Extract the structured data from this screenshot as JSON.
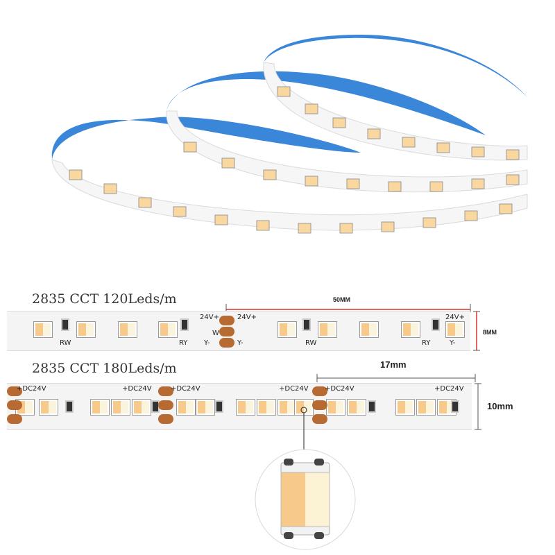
{
  "strip_120": {
    "title": "2835 CCT 120Leds/m",
    "length_label": "50MM",
    "width_label": "8MM",
    "pcb_voltage": "24V+",
    "pcb_ry": "RY",
    "pcb_rw": "RW",
    "pcb_y": "Y-",
    "pcb_w": "W"
  },
  "strip_180": {
    "title": "2835 CCT 180Leds/m",
    "length_label": "17mm",
    "width_label": "10mm",
    "pcb_voltage": "+DC24V"
  },
  "colors": {
    "reel_back": "#3a86d8",
    "pcb": "#f4f4f4",
    "pad": "#b86a33",
    "led_warm": "#f7c98a",
    "led_cool": "#fbf4dc",
    "dim_line": "#e0302a"
  }
}
